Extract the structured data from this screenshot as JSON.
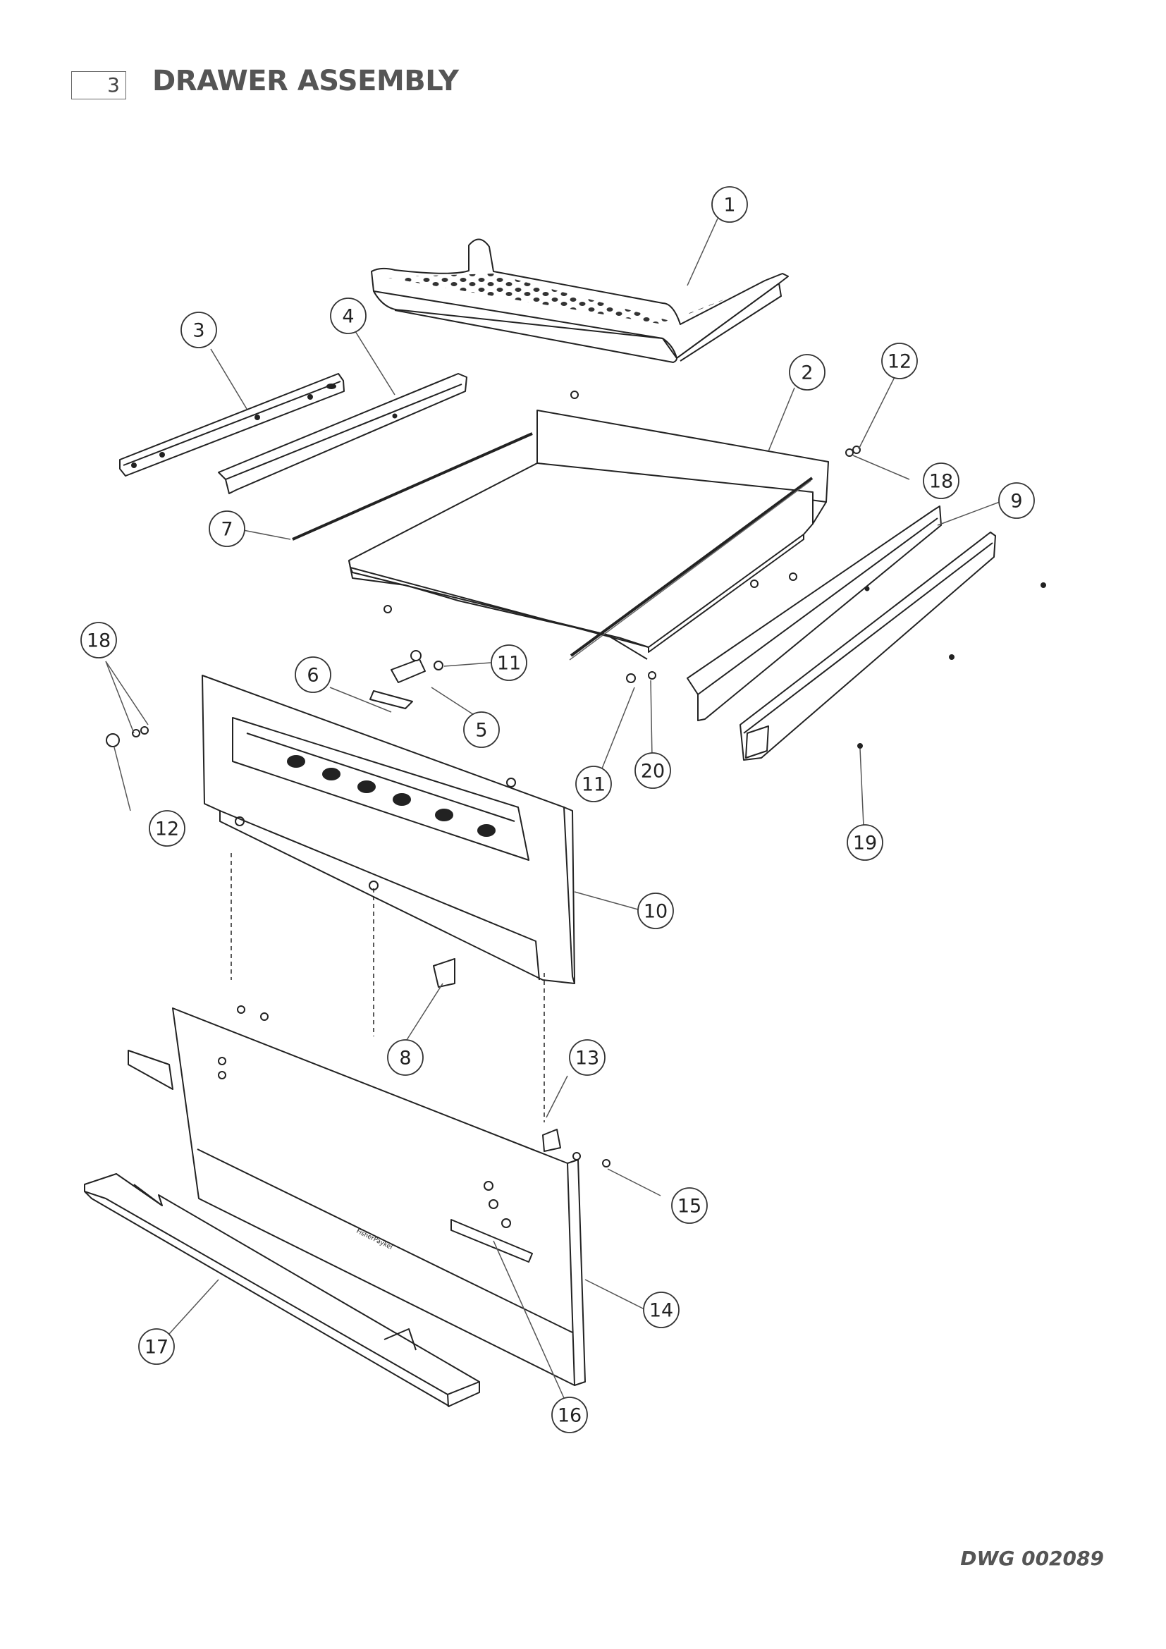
{
  "header": {
    "section_number": "3",
    "title": "DRAWER ASSEMBLY"
  },
  "footer": {
    "drawing_number": "DWG 002089"
  },
  "brand_mark": "FisherPaykel",
  "callouts": [
    "1",
    "2",
    "3",
    "4",
    "5",
    "6",
    "7",
    "8",
    "9",
    "10",
    "11",
    "11",
    "12",
    "12",
    "13",
    "14",
    "15",
    "16",
    "17",
    "18",
    "18",
    "19",
    "20"
  ]
}
